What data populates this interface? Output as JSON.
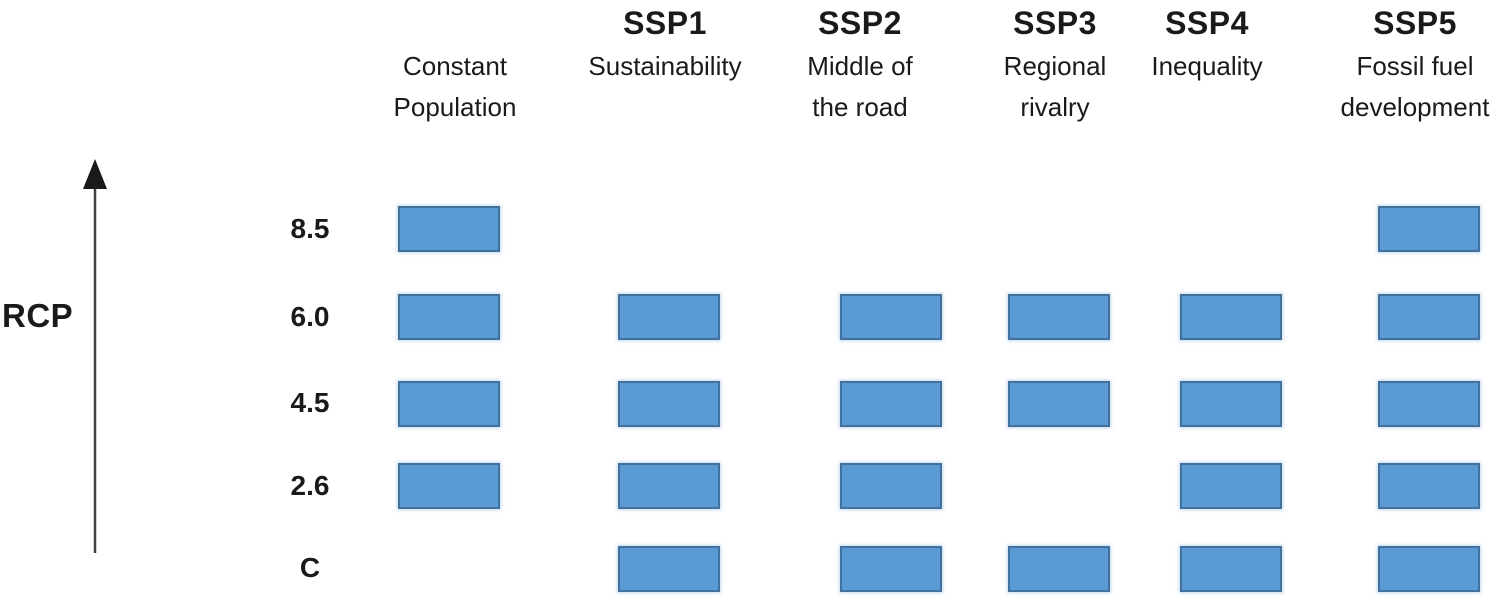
{
  "figure": {
    "rcp_axis": {
      "label": "RCP",
      "levels": [
        "8.5",
        "6.0",
        "4.5",
        "2.6",
        "C"
      ]
    },
    "columns": [
      {
        "id": "constant-population",
        "title": "",
        "subtitle_lines": [
          "Constant",
          "Population"
        ]
      },
      {
        "id": "ssp1",
        "title": "SSP1",
        "subtitle_lines": [
          "Sustainability"
        ]
      },
      {
        "id": "ssp2",
        "title": "SSP2",
        "subtitle_lines": [
          "Middle of",
          "the road"
        ]
      },
      {
        "id": "ssp3",
        "title": "SSP3",
        "subtitle_lines": [
          "Regional",
          "rivalry"
        ]
      },
      {
        "id": "ssp4",
        "title": "SSP4",
        "subtitle_lines": [
          "Inequality"
        ]
      },
      {
        "id": "ssp5",
        "title": "SSP5",
        "subtitle_lines": [
          "Fossil fuel",
          "development"
        ]
      }
    ]
  },
  "chart_data": {
    "type": "heatmap",
    "title": "",
    "x_categories": [
      "Constant Population",
      "SSP1 Sustainability",
      "SSP2 Middle of the road",
      "SSP3 Regional rivalry",
      "SSP4 Inequality",
      "SSP5 Fossil fuel development"
    ],
    "y_categories": [
      "8.5",
      "6.0",
      "4.5",
      "2.6",
      "C"
    ],
    "ylabel": "RCP",
    "legend": "off",
    "grid": "off",
    "cells": [
      [
        1,
        0,
        0,
        0,
        0,
        1
      ],
      [
        1,
        1,
        1,
        1,
        1,
        1
      ],
      [
        1,
        1,
        1,
        1,
        1,
        1
      ],
      [
        1,
        1,
        1,
        0,
        1,
        1
      ],
      [
        0,
        1,
        1,
        1,
        1,
        1
      ]
    ],
    "cell_fill_color": "#5b9bd5",
    "cell_border_color": "#41719c",
    "arrow_color": "#404040",
    "text_color": "#1a1a1a"
  }
}
